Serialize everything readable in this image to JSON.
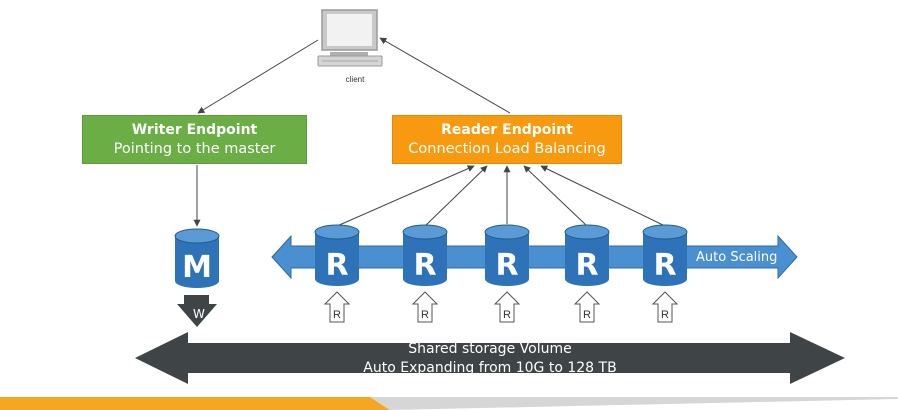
{
  "client": {
    "label": "client",
    "icon": "laptop-icon"
  },
  "writer": {
    "title": "Writer Endpoint",
    "subtitle": "Pointing to the master",
    "color": "#6aae45"
  },
  "reader": {
    "title": "Reader Endpoint",
    "subtitle": "Connection Load Balancing",
    "color": "#f79a0f"
  },
  "master": {
    "letter": "M",
    "icon": "database-icon"
  },
  "write_arrow": {
    "letter": "W"
  },
  "replicas": {
    "letter": "R",
    "count_label": [
      "R",
      "R",
      "R",
      "R",
      "R"
    ],
    "color": "#2e73b8"
  },
  "scaling": {
    "label": "Auto Scaling",
    "color": "#4a8fd0"
  },
  "storage": {
    "line1": "Shared storage Volume",
    "line2": "Auto Expanding from 10G to 128 TB",
    "color": "#3f4546"
  },
  "read_arrow": {
    "letter": "R"
  }
}
